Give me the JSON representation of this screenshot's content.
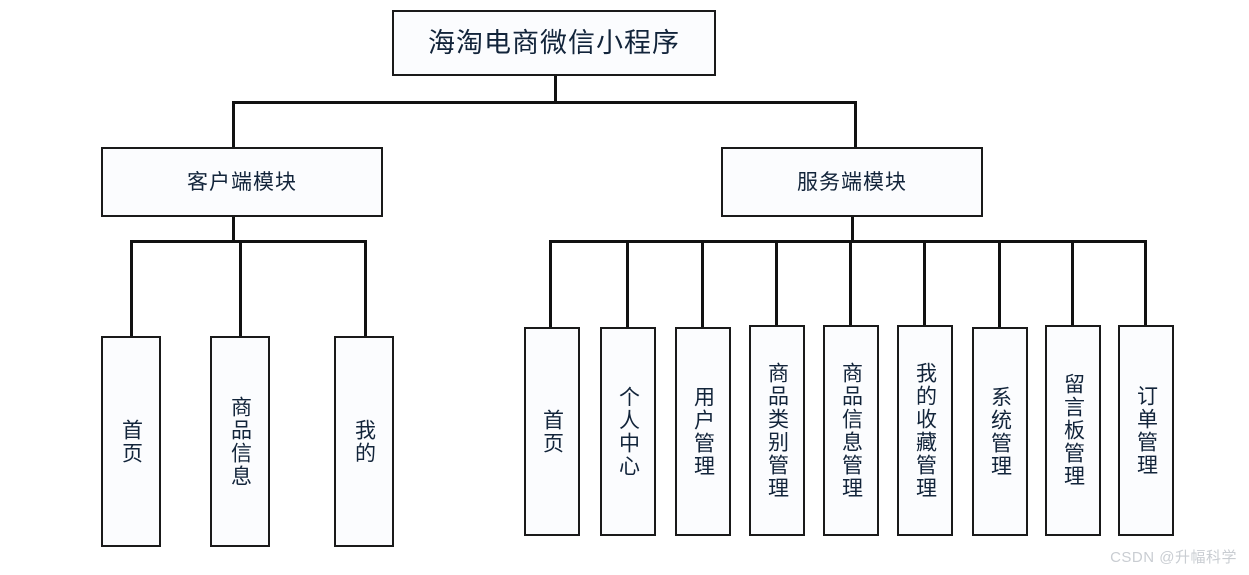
{
  "diagram": {
    "type": "tree-hierarchy-chart",
    "title": "海淘电商微信小程序",
    "orientation": "top-down",
    "levels": 3,
    "colors": {
      "box_border": "#1a1a1a",
      "box_fill": "#fbfcfe",
      "text": "#12243a",
      "connector": "#111111",
      "watermark": "#c9cdd2",
      "background": "#ffffff"
    },
    "root": {
      "label": "海淘电商微信小程序"
    },
    "modules": [
      {
        "id": "client",
        "label": "客户端模块"
      },
      {
        "id": "server",
        "label": "服务端模块"
      }
    ],
    "client_leaves": [
      {
        "label": "首页"
      },
      {
        "label": "商品信息"
      },
      {
        "label": "我的"
      }
    ],
    "server_leaves": [
      {
        "label": "首页"
      },
      {
        "label": "个人中心"
      },
      {
        "label": "用户管理"
      },
      {
        "label": "商品类别管理"
      },
      {
        "label": "商品信息管理"
      },
      {
        "label": "我的收藏管理"
      },
      {
        "label": "系统管理"
      },
      {
        "label": "留言板管理"
      },
      {
        "label": "订单管理"
      }
    ],
    "watermark": "CSDN @升幅科学"
  }
}
